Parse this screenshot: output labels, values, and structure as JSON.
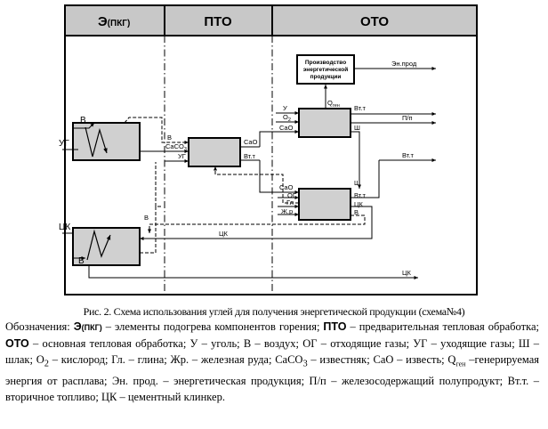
{
  "diagram": {
    "columns": [
      "Э(ПКГ)",
      "ПТО",
      "ОТО"
    ],
    "header_main": "Э",
    "header_sub": "(ПКГ)",
    "blocks": {
      "production": [
        "Производство",
        "энергетической",
        "продукции"
      ]
    },
    "labels": {
      "v_top": "В",
      "ug_left": "УГ",
      "v_to_pto": "В",
      "caco3": "CaCO",
      "caco3_sub": "3",
      "ug_to_pto": "УГ",
      "cao_out": "CaO",
      "vtt_out": "Вт.т",
      "u": "У",
      "o2": "O",
      "o2_sub": "2",
      "cao_in": "CaO",
      "q_gen": "Q",
      "q_gen_sub": "ген",
      "vtt_top": "Вт.т",
      "sh_top": "Ш",
      "en_prod": "Эн.прод",
      "pp": "П/п",
      "vtt_right": "Вт.т",
      "cao_low": "CaO",
      "sh_low": "Ш",
      "og": "ОГ",
      "gl": "Гл",
      "zhr": "Ж.р",
      "vtt_low": "Вт.т",
      "ck_low": "ЦК",
      "v_low": "В",
      "v_mid": "В",
      "ck_mid": "ЦК",
      "ck_box": "ЦК",
      "v_box": "В",
      "ck_bottom": "ЦК"
    }
  },
  "caption": "Рис. 2. Схема использования углей для получения энергетической продукции (схема№4)",
  "legend": {
    "intro": "Обозначения:",
    "e_main": "Э",
    "e_sub": "(ПКГ)",
    "t1": " – элементы подогрева компонентов горения; ",
    "pto": "ПТО",
    "t2": " – предварительная тепловая обработка; ",
    "oto": "ОТО",
    "t3": " – основная тепловая обработка; У – уголь; В – воздух; ОГ – отходящие газы; УГ – уходящие газы; Ш – шлак; О",
    "o_sub": "2",
    "t4": " – кислород; Гл. – глина; Жр. – железная руда; CaCO",
    "c_sub": "3",
    "t5": " – известняк; CaO – известь; Q",
    "q_sub": "ген",
    "t6": " –генерируемая энергия от расплава; Эн. прод. – энергетическая продукция; П/п – железосодержащий полупродукт; Вт.т. – вторичное топливо; ЦК – цементный клинкер."
  }
}
